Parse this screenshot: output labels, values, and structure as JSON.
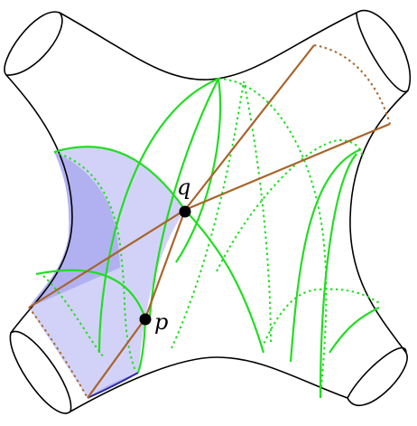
{
  "diagram": {
    "points": [
      {
        "id": "q",
        "label": "q"
      },
      {
        "id": "p",
        "label": "p"
      }
    ],
    "colors": {
      "outline": "#000000",
      "geodesic_green": "#22dd22",
      "geodesic_brown": "#a8642a",
      "region_light": "#d2d2f8",
      "region_dark": "#b1b1f2",
      "region_edge": "#2a2aa0"
    },
    "line_styles": {
      "front": "solid",
      "back": "dotted"
    }
  }
}
